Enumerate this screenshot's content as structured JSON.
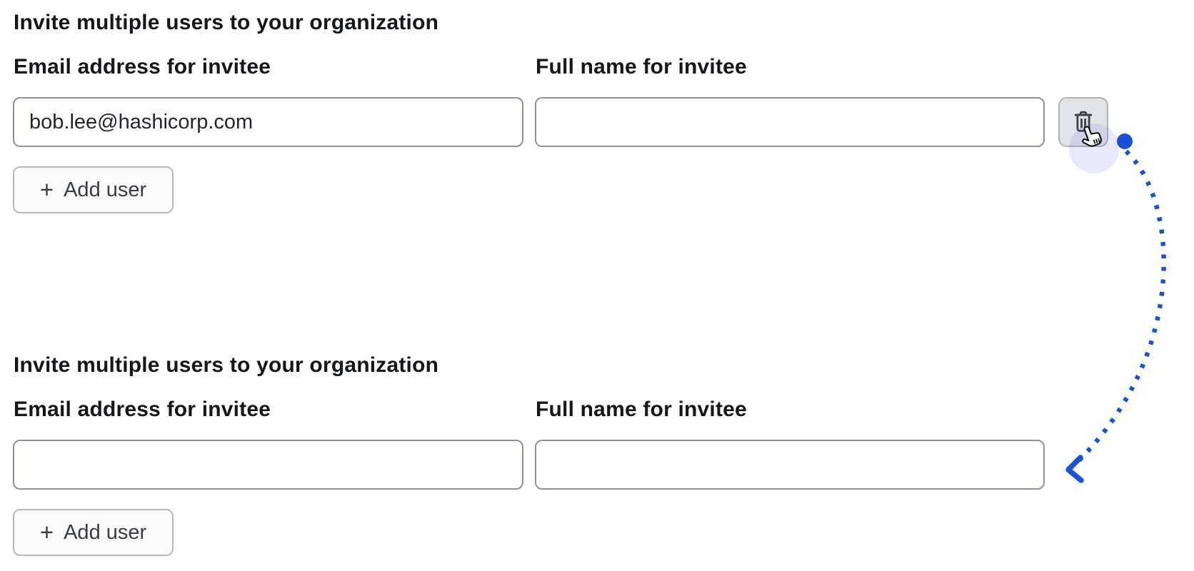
{
  "colors": {
    "accent_blue": "#1b51d8",
    "trash_button_bg": "#e2e3e7",
    "input_border": "#8d92a0"
  },
  "sections": [
    {
      "heading": "Invite multiple users to your organization",
      "email_label": "Email address for invitee",
      "name_label": "Full name for invitee",
      "email_value": "bob.lee@hashicorp.com",
      "name_value": "",
      "add_user_plus": "+",
      "add_user_label": "Add user"
    },
    {
      "heading": "Invite multiple users to your organization",
      "email_label": "Email address for invitee",
      "name_label": "Full name for invitee",
      "email_value": "",
      "name_value": "",
      "add_user_plus": "+",
      "add_user_label": "Add user"
    }
  ]
}
